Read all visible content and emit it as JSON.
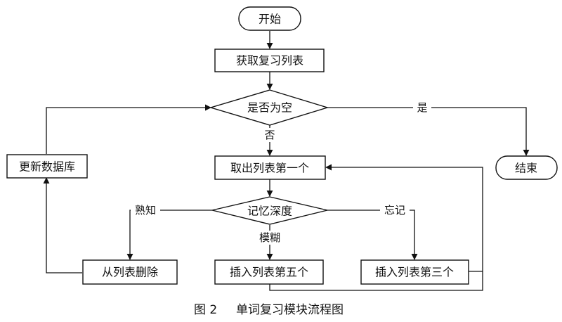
{
  "nodes": {
    "start": "开始",
    "get_list": "获取复习列表",
    "is_empty": "是否为空",
    "end": "结束",
    "take_first": "取出列表第一个",
    "update_db": "更新数据库",
    "memory_depth": "记忆深度",
    "remove": "从列表删除",
    "insert_fifth": "插入列表第五个",
    "insert_third": "插入列表第三个"
  },
  "edges": {
    "yes": "是",
    "no": "否",
    "known": "熟知",
    "fuzzy": "模糊",
    "forgot": "忘记"
  },
  "caption": {
    "number": "图 2",
    "title": "单词复习模块流程图"
  }
}
